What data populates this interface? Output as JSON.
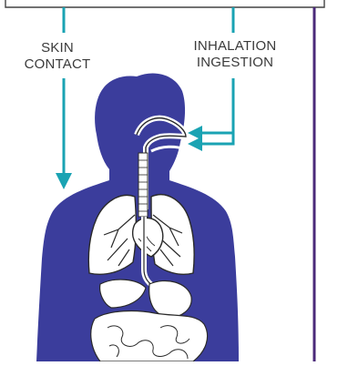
{
  "labels": {
    "skin_contact": [
      "SKIN",
      "CONTACT"
    ],
    "inhalation_ingestion": [
      "INHALATION",
      "INGESTION"
    ]
  },
  "colors": {
    "body": "#3b3d9c",
    "arrow": "#1aa3b3",
    "divider": "#4b2a7a",
    "organ_outline": "#2a2a2a",
    "organ_fill": "#ffffff",
    "text": "#3a3a3a"
  },
  "icons": [
    "human-body-silhouette",
    "respiratory-tract",
    "lungs",
    "heart",
    "stomach",
    "intestines"
  ]
}
